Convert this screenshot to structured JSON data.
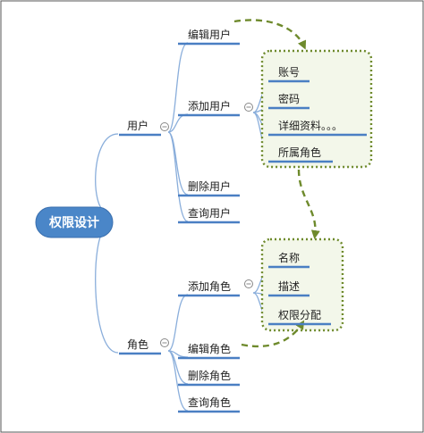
{
  "root": {
    "label": "权限设计"
  },
  "branches": [
    {
      "label": "用户",
      "children": [
        "编辑用户",
        "添加用户",
        "删除用户",
        "查询用户"
      ]
    },
    {
      "label": "角色",
      "children": [
        "添加角色",
        "编辑角色",
        "删除角色",
        "查询角色"
      ]
    }
  ],
  "callouts": {
    "user_fields": [
      "账号",
      "密码",
      "详细资料。。。",
      "所属角色"
    ],
    "role_fields": [
      "名称",
      "描述",
      "权限分配"
    ]
  },
  "colors": {
    "frame": "#555555",
    "root_fill": "#4a86c8",
    "connector": "#8aaedb",
    "underline": "#4a7fc3",
    "callout_fill": "#f3f7ea",
    "callout_border": "#6e8a2c",
    "dashed_arrow": "#6e8a2c",
    "collapse_marker": "#888888"
  },
  "icons": {
    "collapse": "circle-minus-icon"
  }
}
